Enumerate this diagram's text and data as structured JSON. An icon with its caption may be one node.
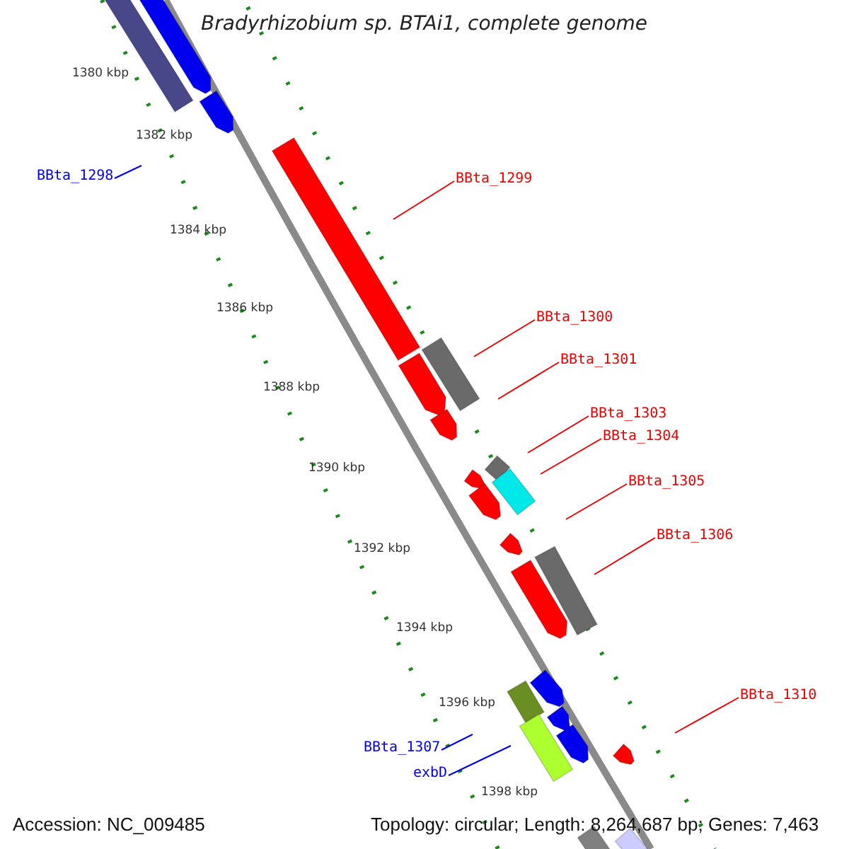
{
  "diagram": {
    "title": "Bradyrhizobium sp. BTAi1, complete genome",
    "nodes": [
      {
        "text": [
          "BBta_1298"
        ]
      },
      {
        "text": [
          "BBta_1299"
        ]
      },
      {
        "text": [
          "BBta_1300"
        ]
      },
      {
        "text": [
          "BBta_1301"
        ]
      },
      {
        "text": [
          "BBta_1303"
        ]
      },
      {
        "text": [
          "BBta_1304"
        ]
      },
      {
        "text": [
          "BBta_1305"
        ]
      },
      {
        "text": [
          "BBta_1306"
        ]
      },
      {
        "text": [
          "BBta_1310"
        ]
      },
      {
        "text": [
          "BBta_1307"
        ]
      },
      {
        "text": [
          "exbD"
        ]
      }
    ],
    "edges": [
      {
        "from": 0,
        "to": null,
        "arrow": "none",
        "color": "#0000ee"
      },
      {
        "from": 1,
        "to": null,
        "arrow": "none"
      },
      {
        "from": 2,
        "to": null,
        "arrow": "none"
      },
      {
        "from": 3,
        "to": null,
        "arrow": "none"
      },
      {
        "from": 4,
        "to": null,
        "arrow": "none"
      },
      {
        "from": 5,
        "to": null,
        "arrow": "none"
      },
      {
        "from": 6,
        "to": null,
        "arrow": "none"
      },
      {
        "from": 7,
        "to": null,
        "arrow": "none"
      },
      {
        "from": 8,
        "to": null,
        "arrow": "none"
      },
      {
        "from": 9,
        "to": null,
        "arrow": "none",
        "color": "#0000ee"
      },
      {
        "from": 10,
        "to": null,
        "arrow": "none",
        "color": "#0000ee"
      }
    ],
    "labels": [
      "1380 kbp",
      "1382 kbp",
      "1384 kbp",
      "1386 kbp",
      "1388 kbp",
      "1390 kbp",
      "1392 kbp",
      "1394 kbp",
      "1396 kbp",
      "1398 kbp",
      "Accession: NC_009485",
      "Topology: circular; Length: 8,264,687 bp; Genes: 7,463"
    ]
  }
}
